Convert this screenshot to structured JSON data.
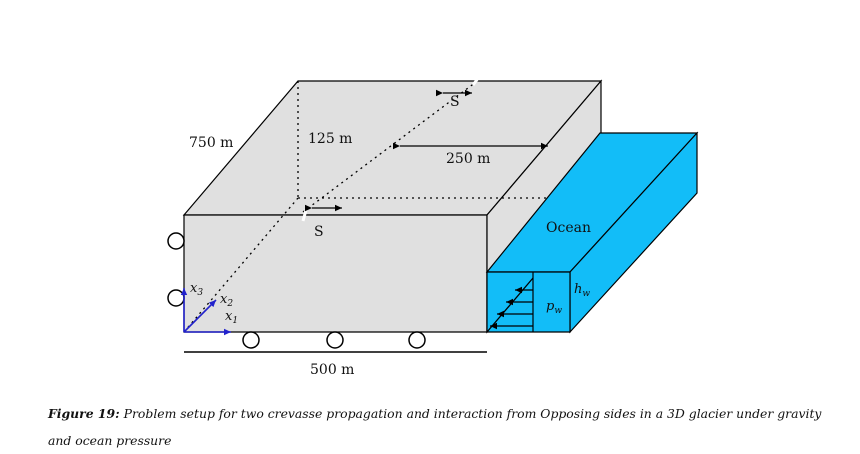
{
  "diagram": {
    "dim_length": "750 m",
    "dim_depth": "125 m",
    "dim_crevasse_offset": "250 m",
    "dim_width": "500 m",
    "spacing_top": "S",
    "spacing_front": "S",
    "ocean_label": "Ocean",
    "axis_x3": "x",
    "axis_x3_sub": "3",
    "axis_x2": "x",
    "axis_x2_sub": "2",
    "axis_x1": "x",
    "axis_x1_sub": "1",
    "water_height": "h",
    "water_height_sub": "w",
    "water_pressure": "p",
    "water_pressure_sub": "w",
    "colors": {
      "ice": "#e0e0e0",
      "ocean": "#12bdf8",
      "axis": "#2222cc",
      "outline": "#000000"
    }
  },
  "caption": {
    "label": "Figure 19:",
    "text": "Problem setup for two crevasse propagation and interaction from Opposing sides in a 3D glacier under gravity and ocean pressure"
  }
}
